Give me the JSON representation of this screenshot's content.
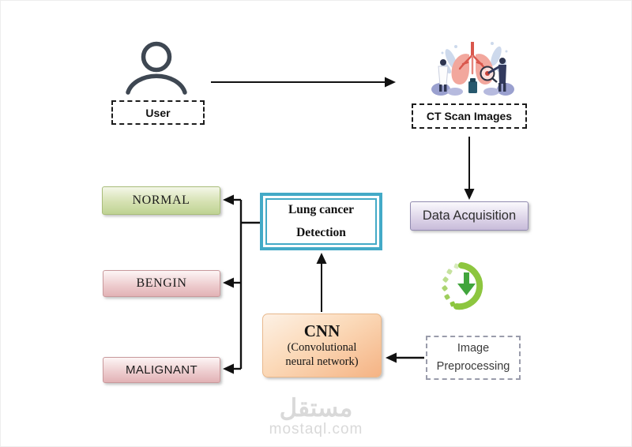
{
  "diagram": {
    "title": "Lung cancer detection CNN flow diagram",
    "nodes": {
      "user": {
        "label": "User",
        "icon": "person-icon"
      },
      "ct_scan": {
        "label": "CT Scan Images",
        "icon": "lungs-examination-illustration"
      },
      "data_acquisition": {
        "label": "Data Acquisition"
      },
      "download": {
        "icon": "download-progress-icon"
      },
      "image_preprocessing": {
        "line1": "Image",
        "line2": "Preprocessing"
      },
      "cnn": {
        "title": "CNN",
        "subtitle_line1": "(Convolutional",
        "subtitle_line2": "neural network)"
      },
      "detection": {
        "line1": "Lung cancer",
        "line2": "Detection"
      },
      "normal": {
        "label": "NORMAL"
      },
      "bengin": {
        "label": "BENGIN"
      },
      "malignant": {
        "label": "MALIGNANT"
      }
    },
    "edges": [
      {
        "from": "user",
        "to": "ct_scan"
      },
      {
        "from": "ct_scan",
        "to": "data_acquisition"
      },
      {
        "from": "image_preprocessing",
        "to": "cnn"
      },
      {
        "from": "cnn",
        "to": "detection"
      },
      {
        "from": "detection",
        "to": "normal"
      },
      {
        "from": "detection",
        "to": "bengin"
      },
      {
        "from": "detection",
        "to": "malignant"
      }
    ],
    "colors": {
      "detection_border": "#43aac7",
      "cnn_fill": "#f5b384",
      "normal_fill": "#c3d69b",
      "bengin_fill": "#e6b9b8",
      "malignant_fill": "#e6b9b8",
      "data_acquisition_fill": "#ccc1da",
      "download_green": "#8dc63f",
      "arrow_color": "#111111",
      "watermark_color": "#d9d9d9"
    }
  },
  "watermark": {
    "arabic": "مستقل",
    "latin": "mostaql.com"
  }
}
